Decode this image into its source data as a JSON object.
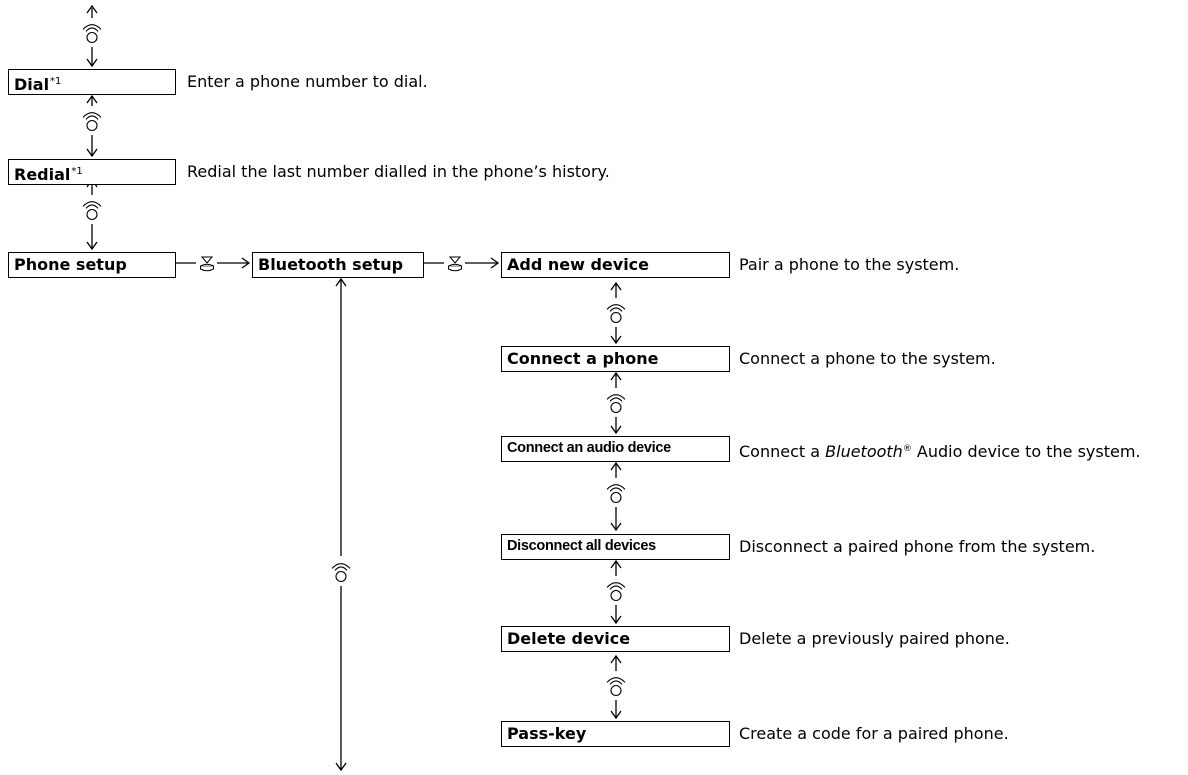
{
  "menu": {
    "dial": {
      "label": "Dial",
      "note": "*1",
      "description": "Enter a phone number to dial."
    },
    "redial": {
      "label": "Redial",
      "note": "*1",
      "description": "Redial the last number dialled in the phone’s history."
    },
    "phone_setup": {
      "label": "Phone setup"
    },
    "bluetooth_setup": {
      "label": "Bluetooth setup"
    }
  },
  "submenu": [
    {
      "label": "Add new device",
      "description": "Pair a phone to the system."
    },
    {
      "label": "Connect a phone",
      "description": "Connect a phone to the system."
    },
    {
      "label": "Connect an audio device",
      "description_pre": "Connect a ",
      "description_brand": "Bluetooth",
      "description_mark": "®",
      "description_post": " Audio device to the system."
    },
    {
      "label": "Disconnect all devices",
      "description": "Disconnect a paired phone from the system."
    },
    {
      "label": "Delete device",
      "description": "Delete a previously paired phone."
    },
    {
      "label": "Pass-key",
      "description": "Create a code for a paired phone."
    }
  ],
  "icons": {
    "rotate": "interface-dial-rotate-icon",
    "press": "interface-dial-press-icon",
    "arrow": "arrow-icon"
  },
  "colors": {
    "line": "#000000",
    "background": "#ffffff"
  }
}
